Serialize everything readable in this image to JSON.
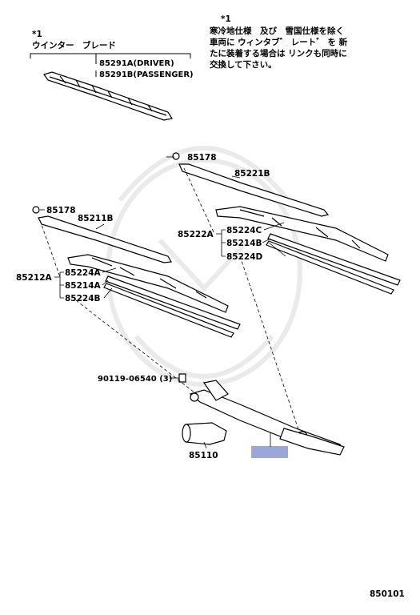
{
  "note": {
    "star_left": "*1",
    "left_title": "ウインター　ブレード",
    "star_right": "*1",
    "right_lines": [
      "寒冷地仕様　及び　雪国仕様を除く",
      "車両に ウィンタブ゛ レート゛ を 新",
      "たに装着する場合は リンクも同時に",
      "交換して下さい。"
    ]
  },
  "parts": {
    "p85291a": "85291A(DRIVER)",
    "p85291b": "85291B(PASSENGER)",
    "p85178_top": "85178",
    "p85221b": "85221B",
    "p85178_left": "85178",
    "p85211b": "85211B",
    "p85222a": "85222A",
    "p85224c": "85224C",
    "p85214b": "85214B",
    "p85224d": "85224D",
    "p85212a": "85212A",
    "p85224a": "85224A",
    "p85214a": "85214A",
    "p85224b": "85224B",
    "p90119": "90119-06540 (3)",
    "p85110": "85110"
  },
  "highlight_color": "#9ba7d6",
  "page_code": "850101"
}
